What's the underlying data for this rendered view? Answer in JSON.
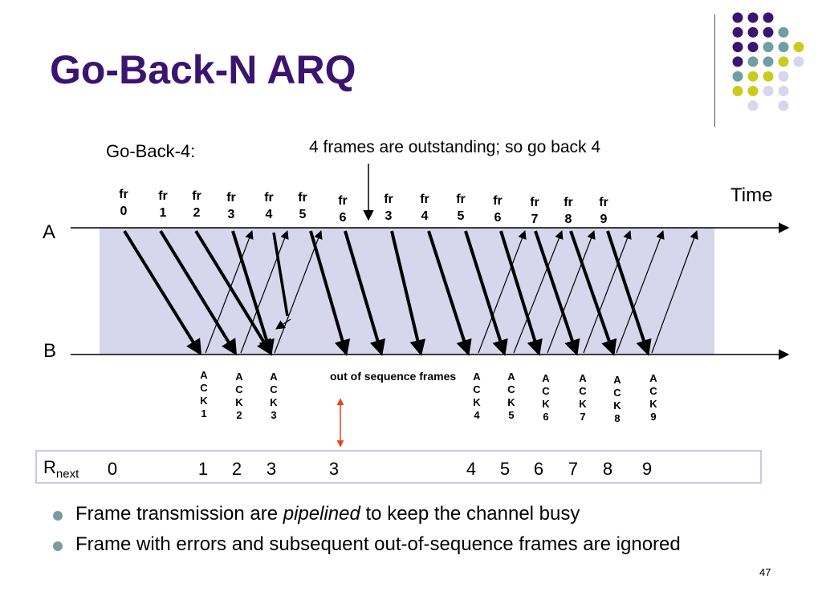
{
  "title": "Go-Back-N ARQ",
  "subtitle": "Go-Back-4:",
  "annotation": "4 frames are outstanding; so go back 4",
  "time_label": "Time",
  "lane_a": "A",
  "lane_b": "B",
  "frames_sent": [
    "fr\n0",
    "fr\n1",
    "fr\n2",
    "fr\n3",
    "fr\n4",
    "fr\n5",
    "fr\n6",
    "fr\n3",
    "fr\n4",
    "fr\n5",
    "fr\n6",
    "fr\n7",
    "fr\n8",
    "fr\n9"
  ],
  "acks": [
    "A\nC\nK\n1",
    "A\nC\nK\n2",
    "A\nC\nK\n3",
    "A\nC\nK\n4",
    "A\nC\nK\n5",
    "A\nC\nK\n6",
    "A\nC\nK\n7",
    "A\nC\nK\n8",
    "A\nC\nK\n9"
  ],
  "out_of_sequence": "out of sequence frames",
  "rnext": {
    "name": "R",
    "sub": "next",
    "values": [
      "0",
      "1",
      "2",
      "3",
      "3",
      "4",
      "5",
      "6",
      "7",
      "8",
      "9"
    ]
  },
  "bullets": {
    "b1_before": "Frame transmission are ",
    "b1_italic": "pipelined",
    "b1_after": " to keep the channel busy",
    "b2": "Frame with errors and subsequent out-of-sequence frames are ignored"
  },
  "page_number": "47",
  "colors": {
    "title": "#3b1470",
    "band": "#d6d6ec",
    "arrow": "#000000",
    "highlight_arrow": "#e8431b",
    "dot_purple": "#3b1470",
    "dot_teal": "#6f9ea3",
    "dot_yellow": "#c9cc1a",
    "dot_lavender": "#d6d6ec"
  }
}
